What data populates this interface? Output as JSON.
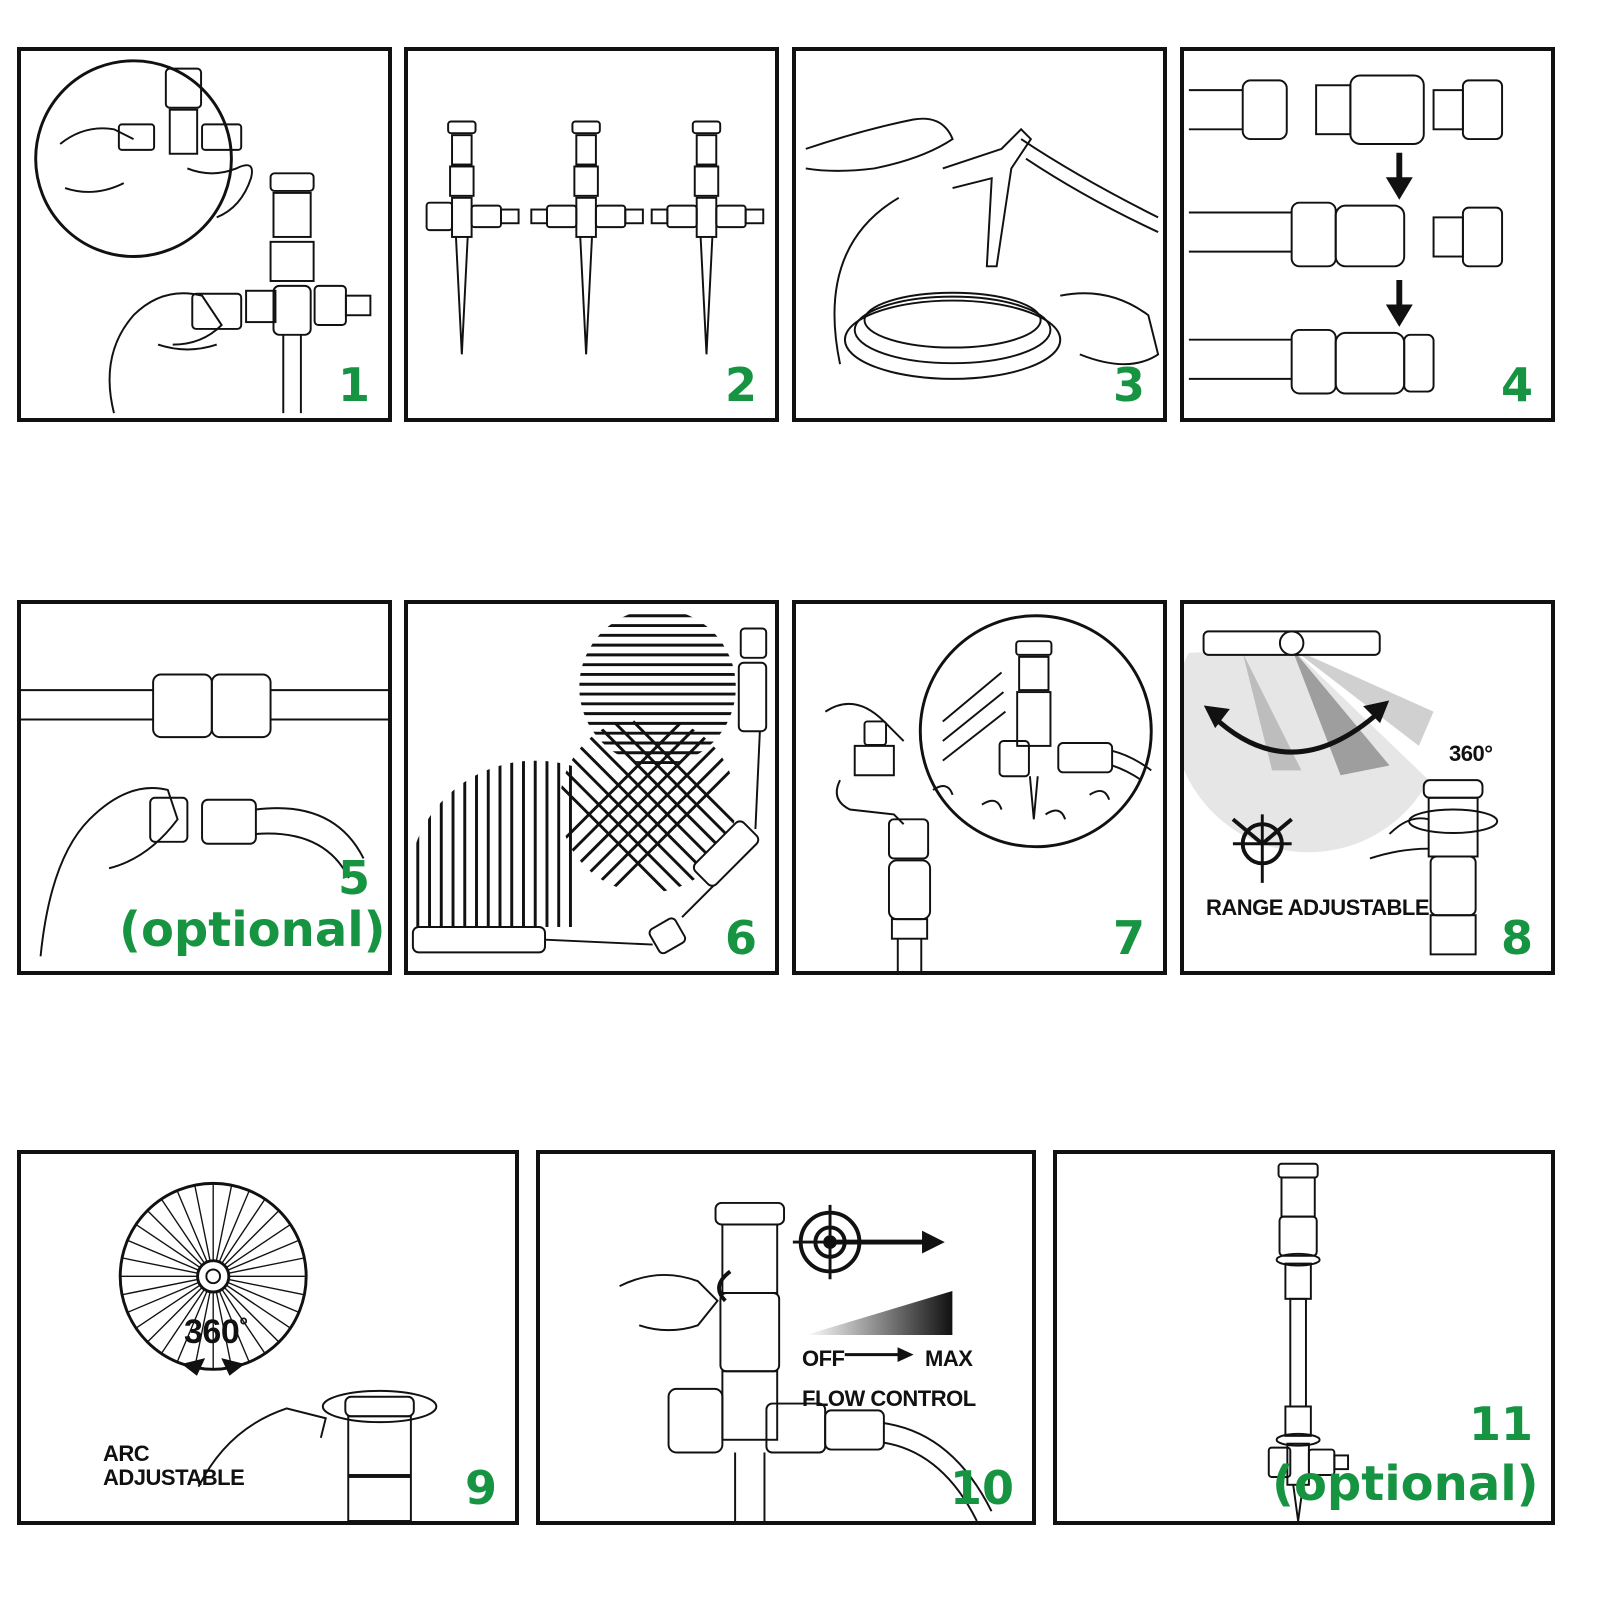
{
  "accent_color": "#179442",
  "steps": [
    {
      "number": "1"
    },
    {
      "number": "2"
    },
    {
      "number": "3"
    },
    {
      "number": "4"
    },
    {
      "number": "5",
      "note": "(optional)"
    },
    {
      "number": "6"
    },
    {
      "number": "7"
    },
    {
      "number": "8",
      "range_label": "RANGE ADJUSTABLE",
      "degree_label": "360°"
    },
    {
      "number": "9",
      "degree_label": "360",
      "degree_symbol": "°",
      "arc_label_1": "ARC",
      "arc_label_2": "ADJUSTABLE"
    },
    {
      "number": "10",
      "off_label": "OFF",
      "max_label": "MAX",
      "flow_label": "FLOW CONTROL"
    },
    {
      "number": "11",
      "note": "(optional)"
    }
  ]
}
